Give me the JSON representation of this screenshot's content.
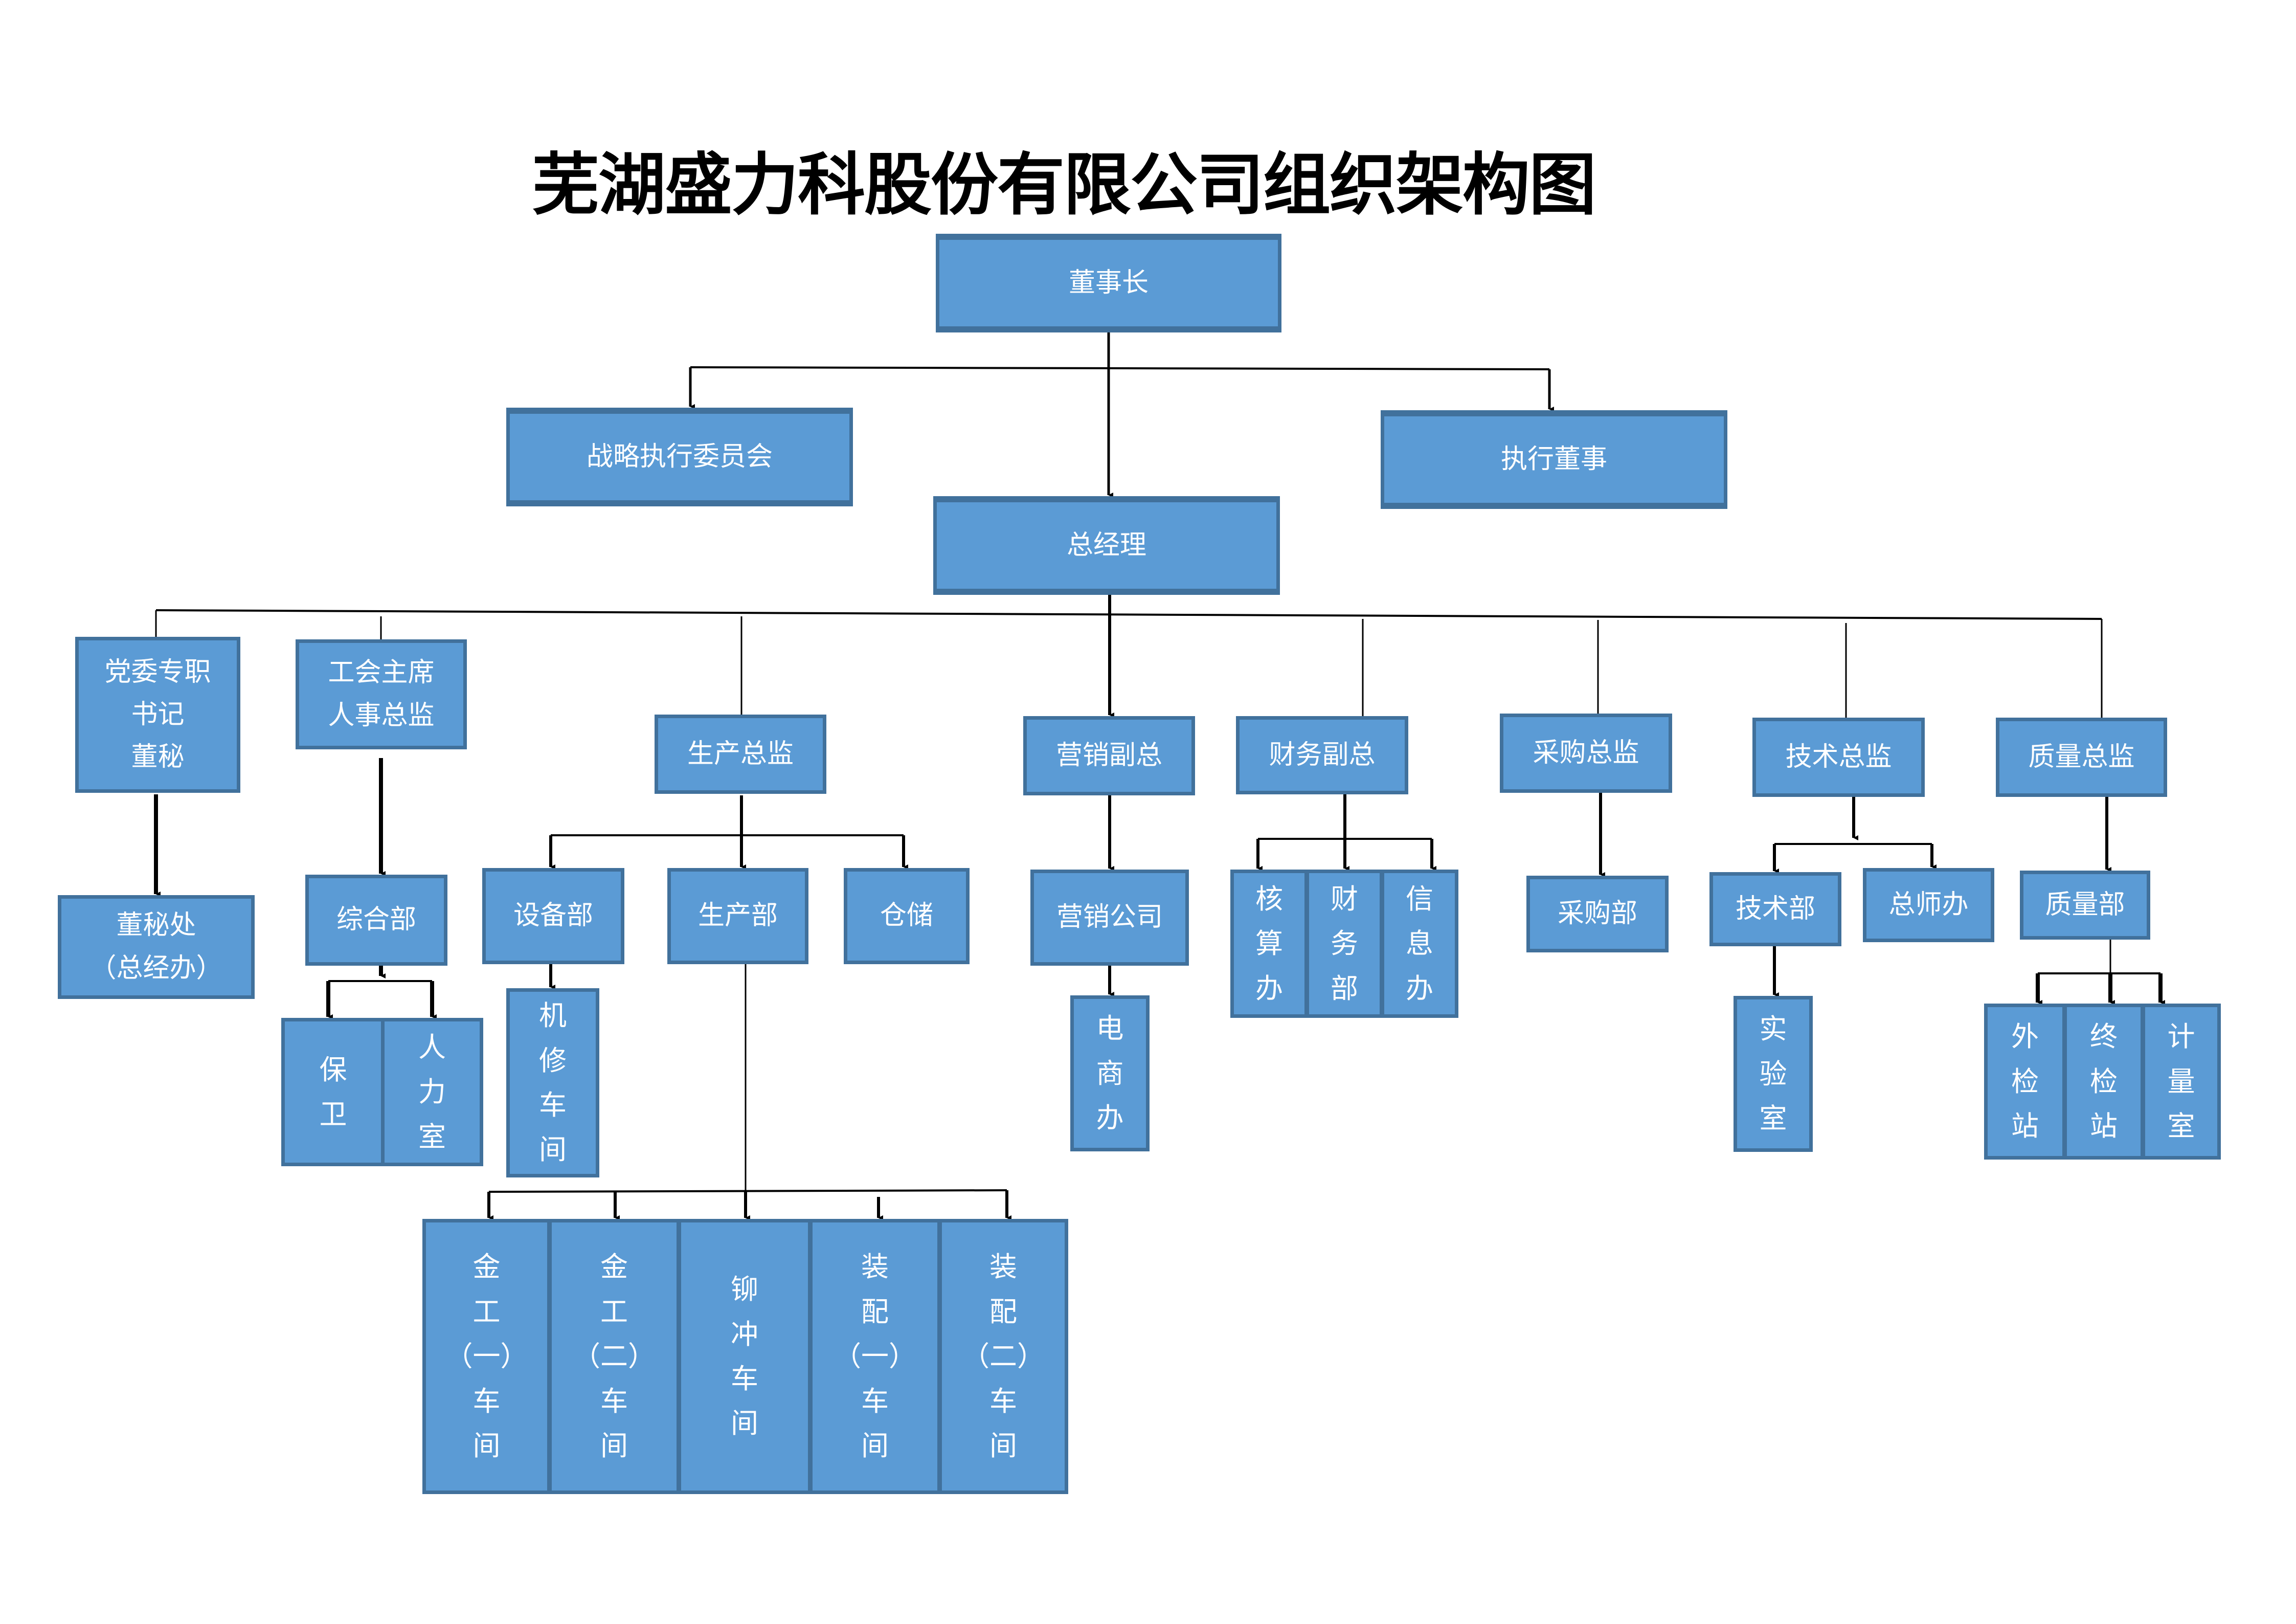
{
  "title": "芜湖盛力科股份有限公司组织架构图",
  "colors": {
    "box_fill": "#5B9BD5",
    "box_border": "#41719C",
    "text": "#FFFFFF",
    "line": "#000000"
  },
  "nodes": {
    "chairman": "董事长",
    "strategy_committee": "战略执行委员会",
    "executive_director": "执行董事",
    "general_manager": "总经理",
    "party_secretary": "党委专职\n书记\n董秘",
    "board_office": "董秘处\n（总经办）",
    "union_hr": "工会主席\n人事总监",
    "general_dept": "综合部",
    "security": "保\n卫",
    "hr_office": "人\n力\n室",
    "production_director": "生产总监",
    "equipment_dept": "设备部",
    "repair_workshop": "机\n修\n车\n间",
    "production_dept": "生产部",
    "warehouse": "仓储",
    "metal_ws_1": "金\n工\n（一）\n车\n间",
    "metal_ws_2": "金\n工\n（二）\n车\n间",
    "riveting_ws": "铆\n冲\n车\n间",
    "assembly_ws_1": "装\n配\n（一）\n车\n间",
    "assembly_ws_2": "装\n配\n（二）\n车\n间",
    "marketing_vp": "营销副总",
    "marketing_company": "营销公司",
    "ecommerce": "电\n商\n办",
    "finance_vp": "财务副总",
    "accounting": "核\n算\n办",
    "finance_dept": "财\n务\n部",
    "info_office": "信\n息\n办",
    "purchasing_director": "采购总监",
    "purchasing_dept": "采购部",
    "tech_director": "技术总监",
    "tech_dept": "技术部",
    "chief_engineer_office": "总师办",
    "laboratory": "实\n验\n室",
    "quality_director": "质量总监",
    "quality_dept": "质量部",
    "external_inspection": "外\n检\n站",
    "final_inspection": "终\n检\n站",
    "metrology": "计\n量\n室"
  }
}
